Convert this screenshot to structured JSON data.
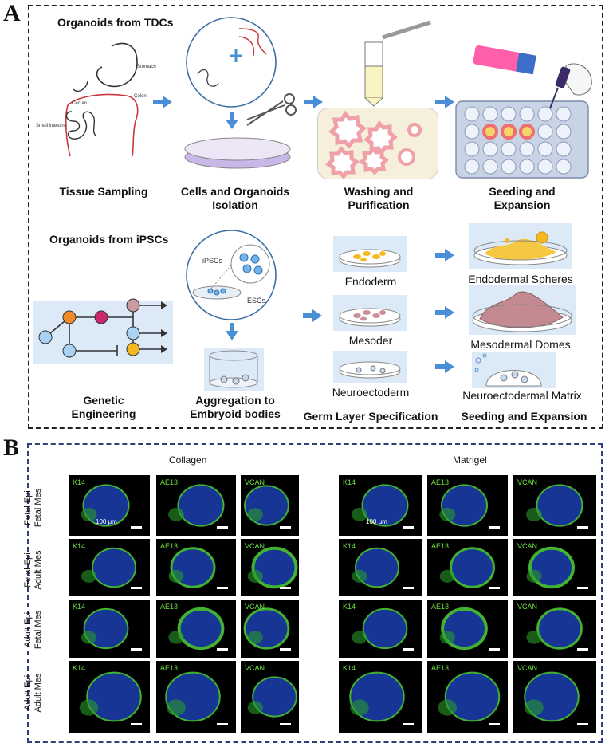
{
  "panelA": {
    "letter": "A",
    "tdc_title": "Organoids from TDCs",
    "ipsc_title": "Organoids from iPSCs",
    "anatomy": {
      "stomach": "Stomach",
      "colon": "Colon",
      "cecum": "Cecum",
      "small_intestine": "Small intestine"
    },
    "steps_tdc": [
      {
        "line1": "Tissue Sampling",
        "line2": ""
      },
      {
        "line1": "Cells and Organoids",
        "line2": "Isolation"
      },
      {
        "line1": "Washing and",
        "line2": "Purification"
      },
      {
        "line1": "Seeding and",
        "line2": "Expansion"
      }
    ],
    "ipsc_inset": {
      "ipscs": "iPSCs",
      "escs": "ESCs"
    },
    "germ_layers": [
      "Endoderm",
      "Mesoder",
      "Neuroectoderm"
    ],
    "products": [
      "Endodermal Spheres",
      "Mesodermal Domes",
      "Neuroectodermal Matrix"
    ],
    "steps_ipsc": [
      {
        "line1": "Genetic",
        "line2": "Engineering"
      },
      {
        "line1": "Aggregation to",
        "line2": "Embryoid bodies"
      },
      {
        "line1": "Germ Layer Specification",
        "line2": ""
      },
      {
        "line1": "Seeding and Expansion",
        "line2": ""
      }
    ],
    "colors": {
      "arrow": "#4a8fd6",
      "organoid": "#f0a0a8",
      "yellow": "#f5c842"
    }
  },
  "panelB": {
    "letter": "B",
    "headers": [
      "Collagen",
      "Matrigel"
    ],
    "rows": [
      {
        "line1": "Fetal Epi",
        "line2": "Fetal Mes"
      },
      {
        "line1": "Fetal Epi",
        "line2": "Adult Mes"
      },
      {
        "line1": "Adult Epi",
        "line2": "Fetal Mes"
      },
      {
        "line1": "Adult Epi",
        "line2": "Adult Mes"
      }
    ],
    "markers": [
      "K14",
      "AE13",
      "VCAN"
    ],
    "scale_bar": "100 μm"
  }
}
